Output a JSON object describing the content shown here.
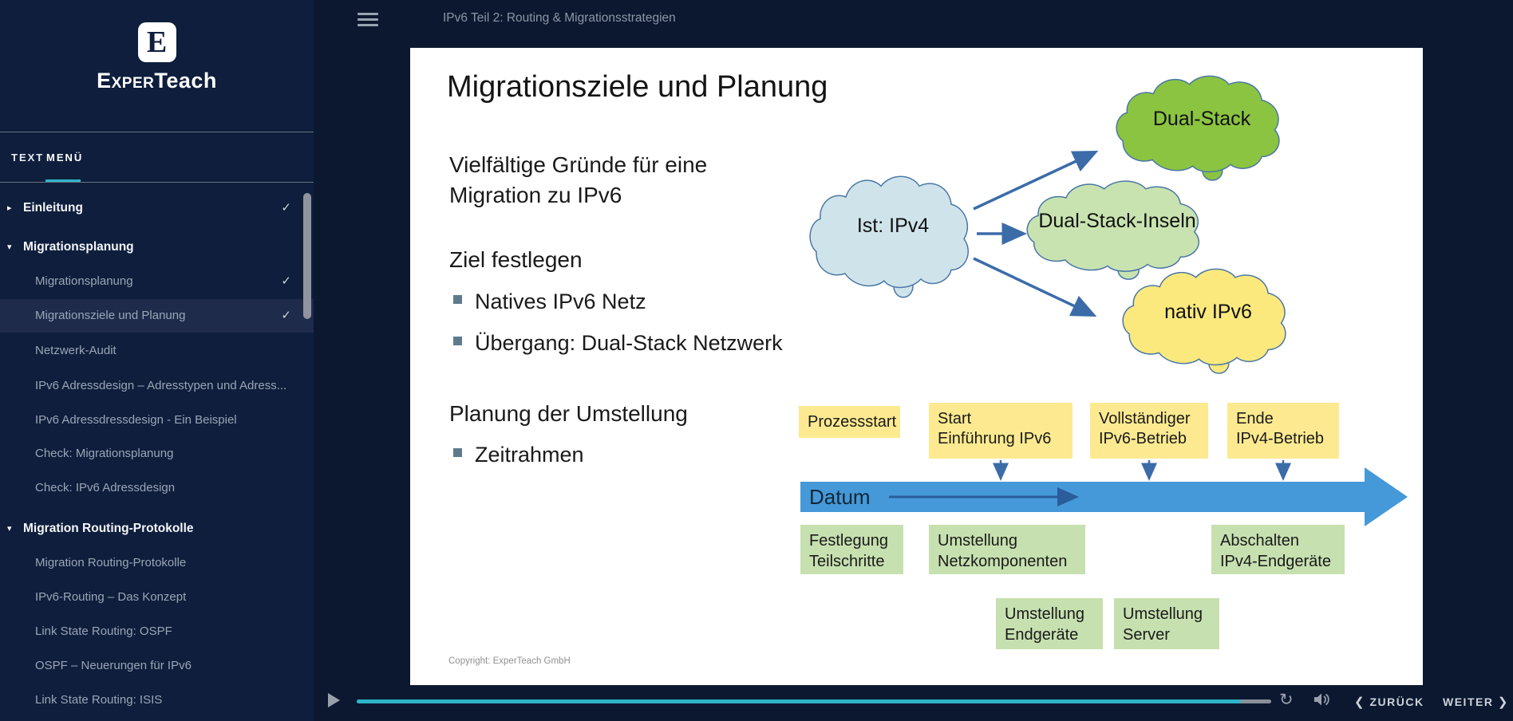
{
  "topbar": {
    "title": "IPv6 Teil 2: Routing & Migrationsstrategien"
  },
  "sidebar": {
    "brand": {
      "letter": "E",
      "name_prefix": "Exper",
      "name_suffix": "Teach"
    },
    "tabs": [
      {
        "label": "TEXT"
      },
      {
        "label": "MENÜ"
      }
    ],
    "active_tab": "MENÜ",
    "menu": [
      {
        "label": "Einleitung",
        "level": 0,
        "state": "collapsed",
        "checked": true
      },
      {
        "label": "Migrationsplanung",
        "level": 0,
        "state": "expanded",
        "checked": false
      },
      {
        "label": "Migrationsplanung",
        "level": 1,
        "checked": true
      },
      {
        "label": "Migrationsziele und Planung",
        "level": 1,
        "checked": true,
        "active": true
      },
      {
        "label": "Netzwerk-Audit",
        "level": 1
      },
      {
        "label": "IPv6 Adressdesign – Adresstypen und Adress...",
        "level": 1
      },
      {
        "label": "IPv6 Adressdressdesign - Ein Beispiel",
        "level": 1
      },
      {
        "label": "Check: Migrationsplanung",
        "level": 1
      },
      {
        "label": "Check: IPv6 Adressdesign",
        "level": 1
      },
      {
        "label": "Migration Routing-Protokolle",
        "level": 0,
        "state": "expanded",
        "checked": false
      },
      {
        "label": "Migration Routing-Protokolle",
        "level": 1
      },
      {
        "label": "IPv6-Routing – Das Konzept",
        "level": 1
      },
      {
        "label": "Link State Routing: OSPF",
        "level": 1
      },
      {
        "label": "OSPF – Neuerungen für IPv6",
        "level": 1
      },
      {
        "label": "Link State Routing: ISIS",
        "level": 1
      }
    ]
  },
  "slide": {
    "title": "Migrationsziele und Planung",
    "intro": "Vielfältige Gründe für eine\nMigration zu IPv6",
    "section1": {
      "heading": "Ziel festlegen",
      "bullets": [
        "Natives IPv6 Netz",
        "Übergang: Dual-Stack Netzwerk"
      ]
    },
    "section2": {
      "heading": "Planung der Umstellung",
      "bullets": [
        "Zeitrahmen"
      ]
    },
    "copyright": "Copyright: ExperTeach GmbH",
    "diagram": {
      "clouds": [
        {
          "label": "Ist: IPv4",
          "fill": "#cfe4ea"
        },
        {
          "label": "Dual-Stack",
          "fill": "#8bc440"
        },
        {
          "label": "Dual-Stack-Inseln",
          "fill": "#c8e3b0"
        },
        {
          "label": "nativ IPv6",
          "fill": "#fce97d"
        }
      ],
      "timeline": {
        "axis_label": "Datum",
        "milestones": [
          "Prozessstart",
          "Start\nEinführung IPv6",
          "Vollständiger\nIPv6-Betrieb",
          "Ende\nIPv4-Betrieb"
        ],
        "phases_row1": [
          "Festlegung\nTeilschritte",
          "Umstellung\nNetzkomponenten",
          "Abschalten\nIPv4-Endgeräte"
        ],
        "phases_row2": [
          "Umstellung\nEndgeräte",
          "Umstellung\nServer"
        ]
      }
    }
  },
  "player": {
    "progress_percent": 96.7,
    "back_label": "ZURÜCK",
    "next_label": "WEITER"
  },
  "icons": {
    "chevron_right": "▸",
    "chevron_down": "▾",
    "check": "✓",
    "play": "play-icon",
    "replay": "↻",
    "volume": "volume-icon",
    "back_chevron": "❮",
    "next_chevron": "❯",
    "hamburger": "hamburger-icon"
  },
  "colors": {
    "sidebar_bg": "#0e1e3c",
    "main_bg": "#0b1830",
    "active_row": "#1e2b4b",
    "accent_cyan": "#2cb6c9",
    "progress_cyan": "#2db4c8",
    "timeline_blue": "#4599d9",
    "arrow_blue": "#3b6ca8",
    "milestone_yellow": "#fdea90",
    "phase_green": "#c6e0af",
    "cloud_border": "#4a77a8",
    "bullet_square": "#5e7b8d"
  }
}
